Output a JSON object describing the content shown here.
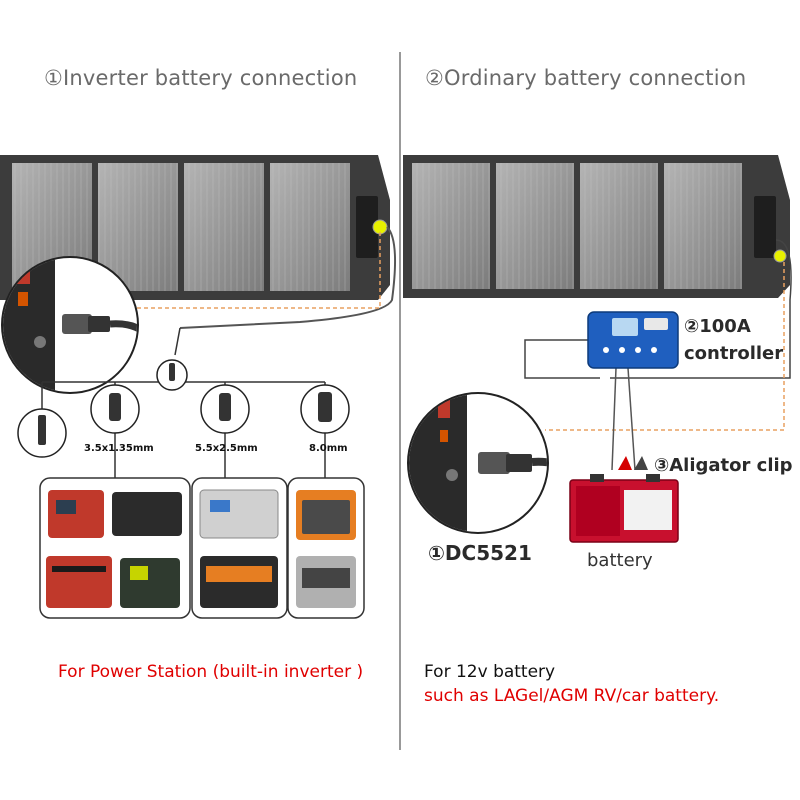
{
  "left_panel": {
    "title": "①Inverter battery connection",
    "sizes": [
      "3.5x1.35mm",
      "5.5x2.5mm",
      "8.0mm"
    ],
    "caption": "For Power Station (built-in inverter )"
  },
  "right_panel": {
    "title": "②Ordinary battery connection",
    "controller_label_1": "②100A",
    "controller_label_2": "controller",
    "clip_label": "③Aligator clip",
    "dc_label": "①DC5521",
    "battery_label": "battery",
    "caption_line1": "For 12v battery",
    "caption_line2": "such as LAGel/AGM RV/car battery."
  },
  "colors": {
    "panel": "#3a3a3a",
    "cell": "#9a9a9a",
    "accent_red": "#e00000",
    "dashed_orange": "#e8a060",
    "connector_yellow": "#e8f000"
  }
}
